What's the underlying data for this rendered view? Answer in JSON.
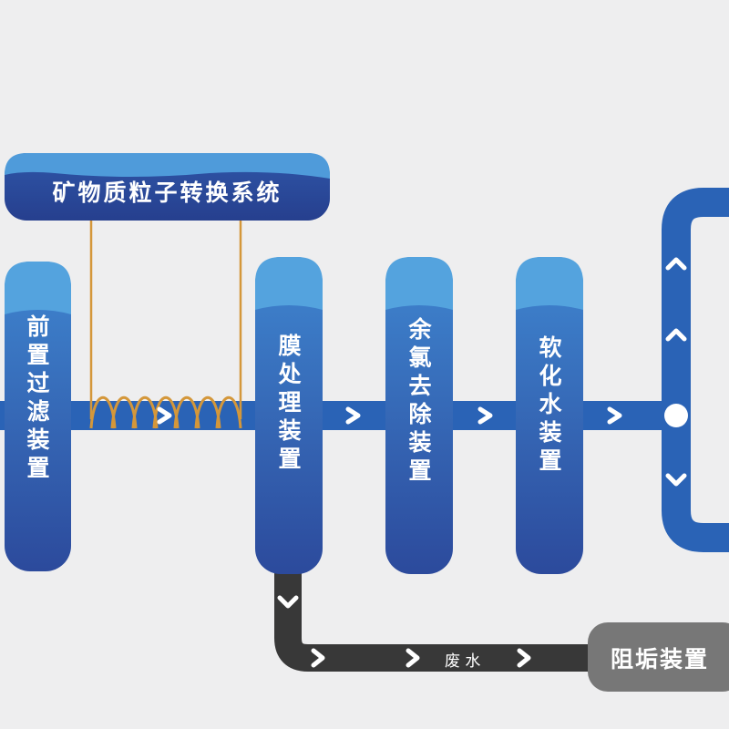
{
  "title_box": {
    "label": "矿物质粒子转换系统"
  },
  "units": [
    {
      "label": "前置过滤装置"
    },
    {
      "label": "膜处理装置"
    },
    {
      "label": "余氯去除装置"
    },
    {
      "label": "软化水装置"
    }
  ],
  "waste": {
    "label": "废 水"
  },
  "scale_inhibitor": {
    "label": "阻垢装置"
  },
  "colors": {
    "background": "#eeeeef",
    "pipe_blue": "#2a63b6",
    "unit_dark": "#2e4e9f",
    "unit_light": "#4f9bda",
    "waste_pipe": "#3a3a3a",
    "gray_box": "#777777",
    "coil": "#d4973a"
  },
  "icons": [
    "chevron-right-icon",
    "chevron-up-icon",
    "chevron-down-icon",
    "junction-dot-icon",
    "coil-icon"
  ]
}
